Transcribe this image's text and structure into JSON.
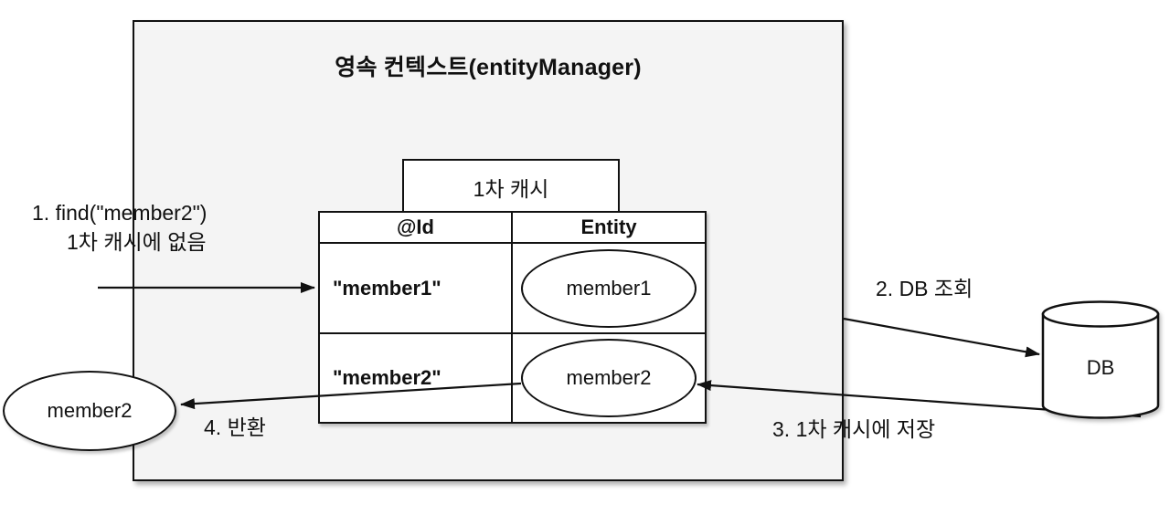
{
  "context": {
    "title": "영속 컨텍스트(entityManager)"
  },
  "cache": {
    "label": "1차 캐시",
    "table": {
      "headers": [
        "@Id",
        "Entity"
      ],
      "rows": [
        {
          "id": "\"member1\"",
          "entity": "member1"
        },
        {
          "id": "\"member2\"",
          "entity": "member2"
        }
      ]
    }
  },
  "db": {
    "label": "DB"
  },
  "result_entity": {
    "label": "member2"
  },
  "steps": [
    {
      "label": "1. find(\"member2\")",
      "sublabel": "1차 캐시에 없음"
    },
    {
      "label": "2. DB 조회"
    },
    {
      "label": "3. 1차 캐시에 저장"
    },
    {
      "label": "4. 반환"
    }
  ],
  "colors": {
    "context_fill": "#f4f4f4",
    "shape_fill": "#ffffff",
    "stroke": "#111111"
  }
}
